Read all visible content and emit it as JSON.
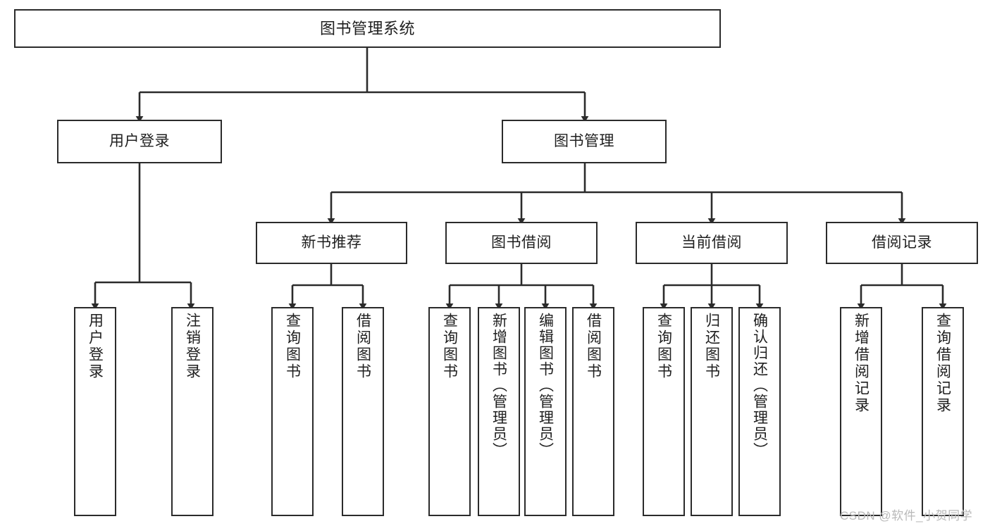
{
  "diagram": {
    "title": "图书管理系统",
    "watermark": "CSDN @软件_小贺同学",
    "colors": {
      "stroke": "#2b2b2b",
      "fill": "#ffffff",
      "text": "#1f1f1f",
      "watermark": "#b9b9b9"
    },
    "root": {
      "label": "图书管理系统"
    },
    "level2": [
      {
        "label": "用户登录"
      },
      {
        "label": "图书管理"
      }
    ],
    "level3": [
      {
        "label": "新书推荐"
      },
      {
        "label": "图书借阅"
      },
      {
        "label": "当前借阅"
      },
      {
        "label": "借阅记录"
      }
    ],
    "leaves": {
      "user_login": [
        {
          "label": "用户登录"
        },
        {
          "label": "注销登录"
        }
      ],
      "new_book": [
        {
          "label": "查询图书"
        },
        {
          "label": "借阅图书"
        }
      ],
      "book_borrow": [
        {
          "label": "查询图书"
        },
        {
          "label": "新增图书（管理员）"
        },
        {
          "label": "编辑图书（管理员）"
        },
        {
          "label": "借阅图书"
        }
      ],
      "current_borrow": [
        {
          "label": "查询图书"
        },
        {
          "label": "归还图书"
        },
        {
          "label": "确认归还（管理员）"
        }
      ],
      "borrow_record": [
        {
          "label": "新增借阅记录"
        },
        {
          "label": "查询借阅记录"
        }
      ]
    }
  }
}
